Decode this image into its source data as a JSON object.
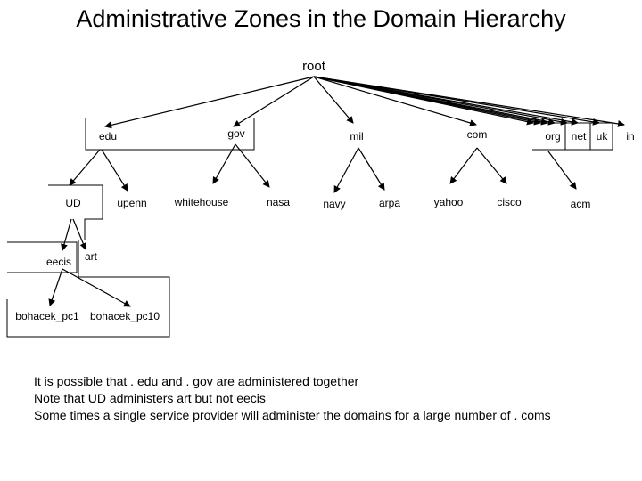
{
  "title": "Administrative Zones in the  Domain Hierarchy",
  "nodes": {
    "root": "root",
    "edu": "edu",
    "gov": "gov",
    "mil": "mil",
    "com": "com",
    "org": "org",
    "net": "net",
    "uk": "uk",
    "in": "in",
    "ud": "UD",
    "upenn": "upenn",
    "whitehouse": "whitehouse",
    "nasa": "nasa",
    "navy": "navy",
    "arpa": "arpa",
    "yahoo": "yahoo",
    "cisco": "cisco",
    "acm": "acm",
    "eecis": "eecis",
    "art": "art",
    "pc1": "bohacek_pc1",
    "pc10": "bohacek_pc10"
  },
  "notes": [
    "It is possible that . edu and . gov are administered together",
    "Note that UD administers art but not eecis",
    "Some times a single service provider will administer the domains for a large number of . coms"
  ]
}
